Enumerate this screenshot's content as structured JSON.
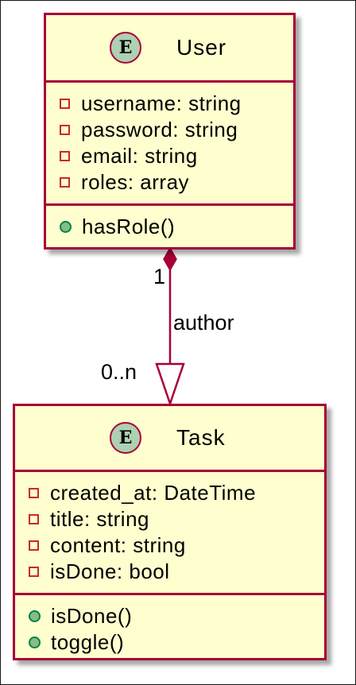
{
  "entities": {
    "user": {
      "stereotype": "E",
      "name": "User",
      "fields": [
        "username: string",
        "password: string",
        "email: string",
        "roles: array"
      ],
      "methods": [
        "hasRole()"
      ]
    },
    "task": {
      "stereotype": "E",
      "name": "Task",
      "fields": [
        "created_at: DateTime",
        "title: string",
        "content: string",
        "isDone: bool"
      ],
      "methods": [
        "isDone()",
        "toggle()"
      ]
    }
  },
  "relationship": {
    "label": "author",
    "source_multiplicity": "1",
    "target_multiplicity": "0..n"
  },
  "colors": {
    "border": "#a80036",
    "fill": "#fefece",
    "badge": "#add1b2",
    "private_marker": "#c82930",
    "public_marker_fill": "#84be84",
    "public_marker_border": "#038048"
  }
}
